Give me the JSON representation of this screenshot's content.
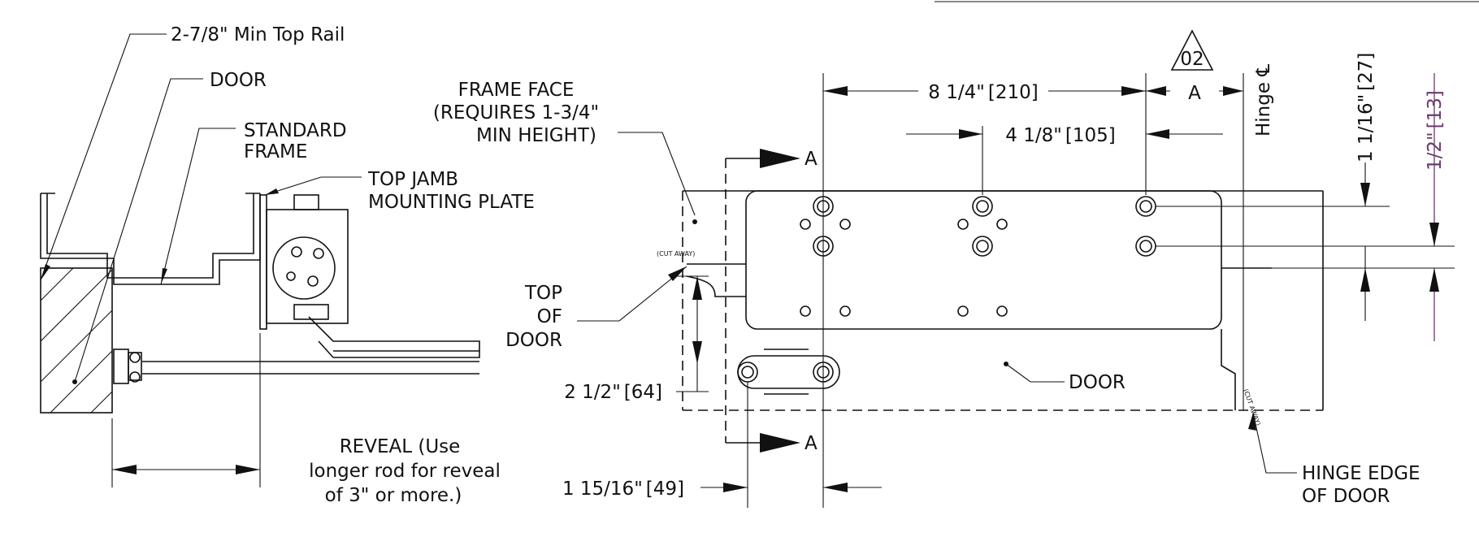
{
  "left_view": {
    "top_rail_label": "2-7/8\" Min Top Rail",
    "door_label": "DOOR",
    "standard_frame_line1": "STANDARD",
    "standard_frame_line2": "FRAME",
    "mounting_plate_line1": "TOP JAMB",
    "mounting_plate_line2": "MOUNTING PLATE",
    "reveal_line1": "REVEAL (Use",
    "reveal_line2": "longer rod for reveal",
    "reveal_line3": "of 3\" or more.)"
  },
  "right_view": {
    "frame_face_line1": "FRAME FACE",
    "frame_face_line2": "(REQUIRES 1-3/4\"",
    "frame_face_line3": "MIN HEIGHT)",
    "top_of_door_line1": "TOP",
    "top_of_door_line2": "OF",
    "top_of_door_line3": "DOOR",
    "door_label": "DOOR",
    "hinge_edge_line1": "HINGE EDGE",
    "hinge_edge_line2": "OF DOOR",
    "cut_away_left": "(CUT AWAY)",
    "cut_away_right": "(CUT AWAY)",
    "section_marker": "A",
    "revision_marker": "02",
    "hinge_centerline": "Hinge ℄",
    "dim_overall": "8 1/4\"",
    "dim_overall_mm": "[210]",
    "dim_a": "A",
    "dim_half": "4 1/8\"",
    "dim_half_mm": "[105]",
    "dim_vertical_a": "1 1/16\"",
    "dim_vertical_a_mm": "[27]",
    "dim_vertical_b": "1/2\"",
    "dim_vertical_b_mm": "[13]",
    "dim_drop": "2 1/2\"",
    "dim_drop_mm": "[64]",
    "dim_bottom": "1 15/16\"",
    "dim_bottom_mm": "[49]"
  }
}
